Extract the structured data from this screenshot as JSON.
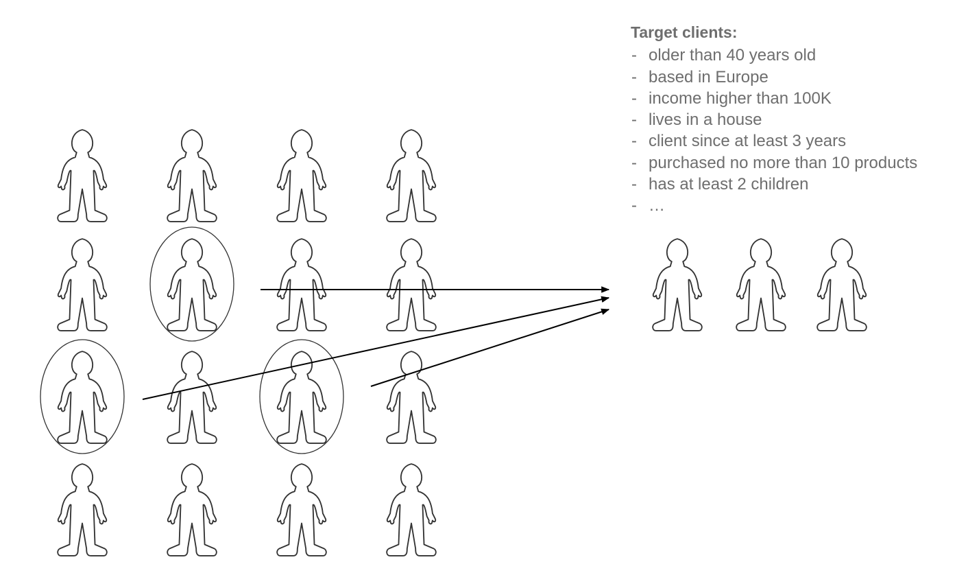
{
  "criteria": {
    "title": "Target clients:",
    "items": [
      "older than 40 years old",
      "based in Europe",
      "income higher than 100K",
      "lives in a house",
      "client since at least 3 years",
      "purchased no more than 10 products",
      "has at least 2 children",
      "…"
    ]
  },
  "population": {
    "rows": 4,
    "columns": 4,
    "selected": [
      {
        "row": 2,
        "column": 2
      },
      {
        "row": 3,
        "column": 1
      },
      {
        "row": 3,
        "column": 3
      }
    ]
  },
  "targets": {
    "count": 3
  },
  "colors": {
    "figure_stroke": "#333333",
    "arrow": "#000000",
    "text": "#6e6e6e"
  },
  "icons": {
    "person": "person-outline-icon"
  }
}
